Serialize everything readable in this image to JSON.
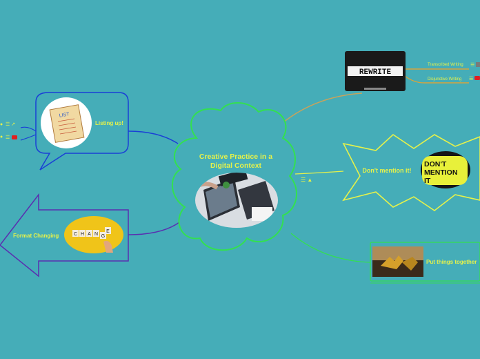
{
  "central": {
    "title_line1": "Creative Practice in a",
    "title_line2": "Digital Context"
  },
  "nodes": {
    "rewrite": {
      "image_word": "REWRITE",
      "sub_transcribed": "Transcribed Writing",
      "sub_disjunctive": "Disjunctive Writing"
    },
    "dont_mention": {
      "label": "Don't mention it!",
      "logo_line1": "DON'T",
      "logo_line2": "MENTION",
      "logo_line3": "IT"
    },
    "together": {
      "label": "Put things together"
    },
    "listing": {
      "label": "Listing up!",
      "note_title": "LIST"
    },
    "format": {
      "label": "Format Changing",
      "tiles": [
        "C",
        "H",
        "A",
        "N",
        "G",
        "E"
      ]
    }
  },
  "icons": {
    "notes": "notes-lines-icon",
    "link": "external-link-icon",
    "video": "youtube-icon",
    "drive": "drive-icon"
  },
  "colors": {
    "background": "#45adb8",
    "label": "#e6f24a",
    "central_border": "#33e050",
    "listing_border": "#1a3fd6",
    "format_border": "#5a2fb0",
    "dont_border": "#e6f24a",
    "together_border": "#33e050",
    "rewrite_link": "#c9a35a"
  }
}
